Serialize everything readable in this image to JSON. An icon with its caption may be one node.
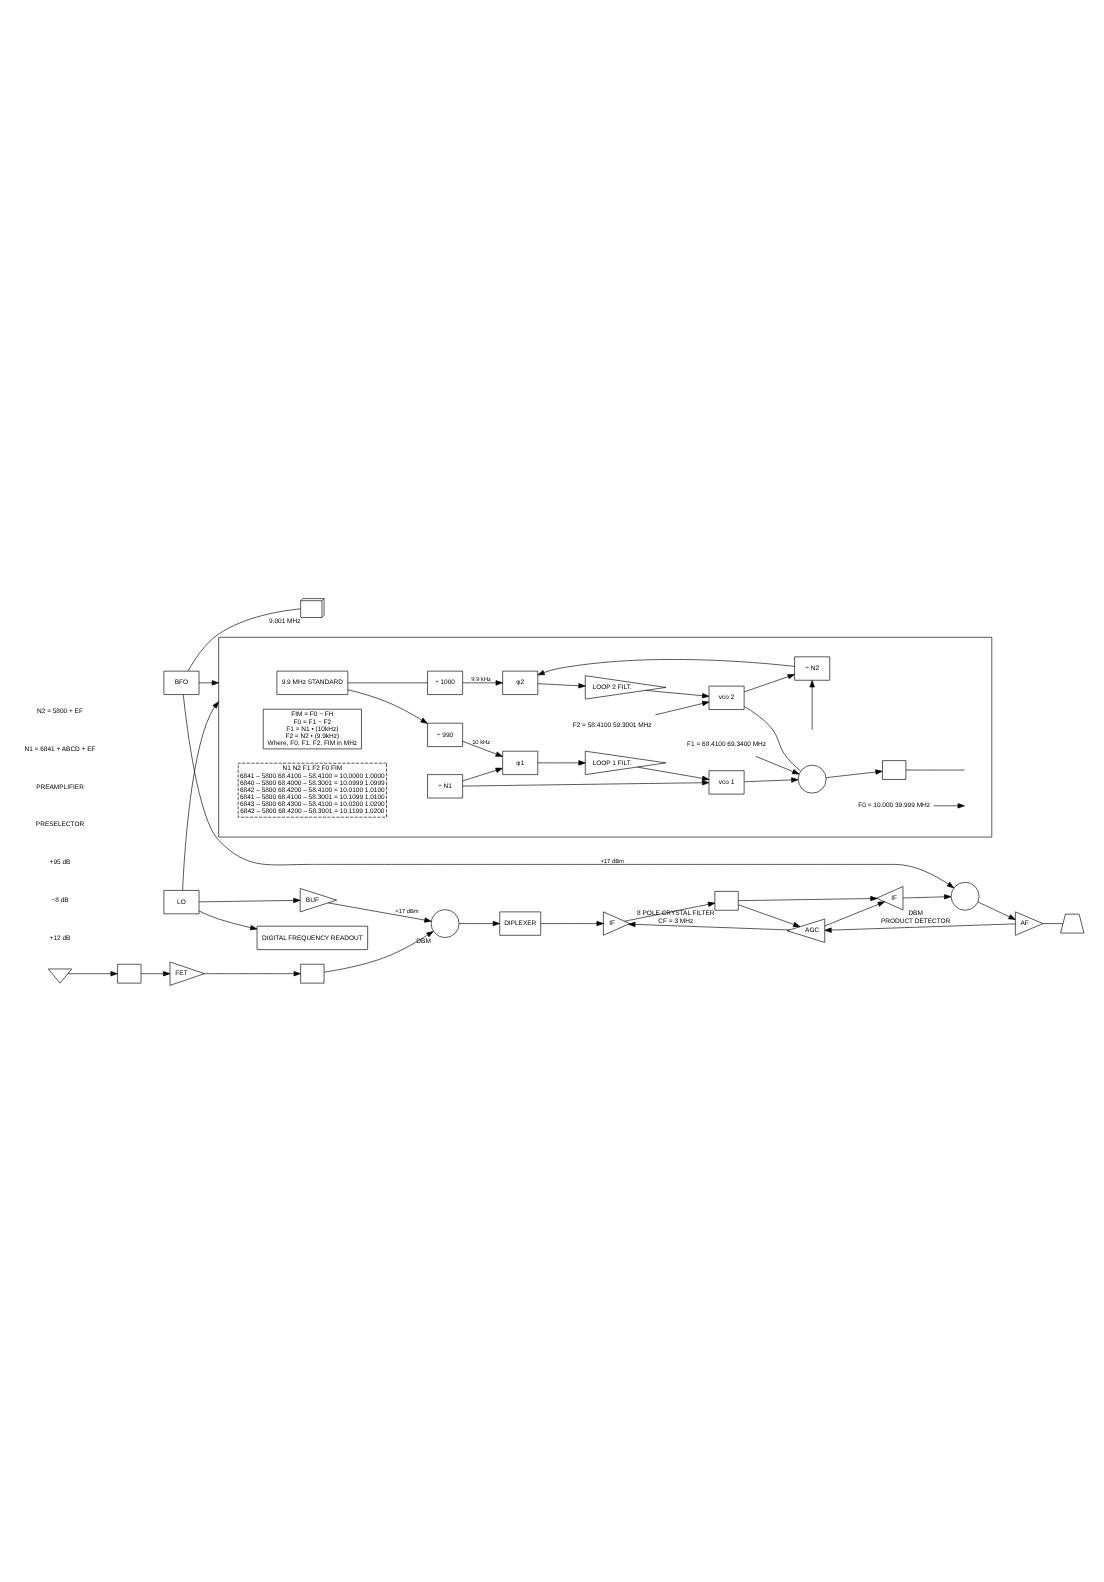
{
  "diagram": {
    "nodes": [
      {
        "text": [],
        "shape": "antenna"
      },
      {
        "text": [],
        "shape": "box"
      },
      {
        "text": [
          "FET"
        ]
      },
      {
        "text": [],
        "shape": "box"
      },
      {
        "text": [],
        "shape": "circle",
        "beside": [
          "DBM"
        ]
      },
      {
        "text": [
          "DIPLEXER"
        ]
      },
      {
        "text": [
          "IF"
        ]
      },
      {
        "text": [],
        "shape": "box",
        "beside": [
          "8 POLE CRYSTAL FILTER",
          "CF = 3 MHz"
        ]
      },
      {
        "text": [
          "LO"
        ]
      },
      {
        "text": [
          "BUF"
        ]
      },
      {
        "text": [
          "DIGITAL FREQUENCY READOUT"
        ]
      },
      {
        "text": [
          "AGC"
        ]
      },
      {
        "text": [
          "IF"
        ]
      },
      {
        "text": [],
        "shape": "circle",
        "beside": [
          "DBM",
          "PRODUCT DETECTOR"
        ]
      },
      {
        "text": [
          "AF"
        ]
      },
      {
        "text": [],
        "shape": "speaker"
      },
      {
        "text": [
          "BFO"
        ]
      },
      {
        "text": [],
        "shape": "crystal",
        "beside": [
          "9.001 MHz"
        ]
      },
      {
        "text": [],
        "shape": "box"
      },
      {
        "text": [
          "9.9 MHz STANDARD"
        ],
        "in": 18
      },
      {
        "text": [
          "÷ 990"
        ],
        "in": 18
      },
      {
        "text": [
          "φ1"
        ],
        "in": 18
      },
      {
        "text": [
          "LOOP 1 FILT."
        ],
        "in": 18
      },
      {
        "text": [
          "vco 1"
        ],
        "in": 18
      },
      {
        "text": [
          "÷ N1"
        ],
        "in": 18
      },
      {
        "text": [],
        "shape": "circle",
        "in": 18
      },
      {
        "text": [],
        "shape": "box",
        "in": 18
      },
      {
        "text": [
          "÷ 1000"
        ],
        "in": 18
      },
      {
        "text": [
          "φ2"
        ],
        "in": 18
      },
      {
        "text": [
          "LOOP 2 FILT."
        ],
        "in": 18
      },
      {
        "text": [
          "vco 2"
        ],
        "in": 18
      },
      {
        "text": [
          "÷ N2"
        ],
        "in": 18
      },
      {
        "text": [
          "F1 = 68.4100 69.3400 MHz"
        ],
        "in": 18
      },
      {
        "text": [
          "F2 = 58.4100 59.3001 MHz"
        ],
        "in": 18
      },
      {
        "text": [
          "F0 = 10.000 39.999 MHz"
        ],
        "in": 18
      },
      {
        "text": [
          "FIM = F0 − FH",
          "F0 = F1 − F2",
          "F1 = N1 • (10kHz)",
          "F2 = N2 • (9.9kHz)",
          "Where, F0, F1, F2, FIM in MHz"
        ],
        "in": 18
      },
      {
        "text": [
          "N1 N2 F1 F2 F0 FIM",
          "6841 – 5800 68.4100 – 58.4100 = 10.0000 1.0000",
          "6840 – 5800 68.4000 – 58.3001 = 10.0999 1.0999",
          "6842 – 5800 68.4200 – 58.4100 = 10.0100 1.0100",
          "6841 – 5800 68.4100 – 58.3001 = 10.1099 1.0100",
          "6843 – 5800 68.4300 – 58.4100 = 10.0200 1.0200",
          "6842 – 5800 68.4200 – 58.3001 = 10.1199 1.0200"
        ],
        "in": 18
      }
    ],
    "edges": [
      {
        "from": 0,
        "to": 1,
        "arrow": "to"
      },
      {
        "from": 1,
        "to": 2,
        "arrow": "to"
      },
      {
        "from": 2,
        "to": 3,
        "arrow": "to"
      },
      {
        "from": 3,
        "to": 4,
        "arrow": "to"
      },
      {
        "from": 4,
        "to": 5,
        "arrow": "to"
      },
      {
        "from": 5,
        "to": 6,
        "arrow": "to"
      },
      {
        "from": 6,
        "to": 7,
        "arrow": "to"
      },
      {
        "from": 8,
        "to": 9,
        "arrow": "to"
      },
      {
        "from": 8,
        "to": 10,
        "arrow": "to"
      },
      {
        "from": 9,
        "to": 4,
        "label": "+17 dBm",
        "arrow": "to"
      },
      {
        "from": 7,
        "to": 11,
        "arrow": "to"
      },
      {
        "from": 7,
        "to": 12,
        "arrow": "to"
      },
      {
        "from": 11,
        "to": 6,
        "arrow": "to"
      },
      {
        "from": 11,
        "to": 12,
        "arrow": "to"
      },
      {
        "from": 12,
        "to": 13,
        "arrow": "to"
      },
      {
        "from": 13,
        "to": 14,
        "arrow": "to"
      },
      {
        "from": 14,
        "to": 15,
        "arrow": "none"
      },
      {
        "from": 14,
        "to": 11,
        "arrow": "to"
      },
      {
        "from": 16,
        "to": 13,
        "label": "+17 dBm",
        "arrow": "to"
      },
      {
        "from": 16,
        "to": 17,
        "arrow": "none"
      },
      {
        "from": 8,
        "to": 18,
        "arrow": "to"
      },
      {
        "from": 16,
        "to": 18,
        "arrow": "to"
      },
      {
        "from": 19,
        "to": 20,
        "arrow": "to"
      },
      {
        "from": 20,
        "to": 21,
        "label": "10 kHz",
        "arrow": "to"
      },
      {
        "from": 21,
        "to": 22,
        "arrow": "to"
      },
      {
        "from": 22,
        "to": 23,
        "arrow": "to"
      },
      {
        "from": 23,
        "to": 25,
        "arrow": "to"
      },
      {
        "from": 25,
        "to": 26,
        "arrow": "to"
      },
      {
        "from": 26,
        "to": null,
        "arrow": "none"
      },
      {
        "from": 24,
        "to": 21,
        "arrow": "to"
      },
      {
        "from": 24,
        "to": 23,
        "arrow": "to"
      },
      {
        "from": 19,
        "to": 27,
        "arrow": "none"
      },
      {
        "from": 27,
        "to": 28,
        "label": "9.9 kHz",
        "arrow": "to"
      },
      {
        "from": 28,
        "to": 29,
        "arrow": "to"
      },
      {
        "from": 29,
        "to": 30,
        "arrow": "to"
      },
      {
        "from": 30,
        "to": 25,
        "arrow": "none"
      },
      {
        "from": 30,
        "to": 31,
        "arrow": "to"
      },
      {
        "from": 31,
        "to": 28,
        "arrow": "to"
      },
      {
        "from": null,
        "to": 31,
        "arrow": "to"
      },
      {
        "from": 32,
        "to": 25,
        "arrow": "to"
      },
      {
        "from": 33,
        "to": 30,
        "arrow": "to"
      },
      {
        "from": 34,
        "to": null,
        "arrow": "to"
      }
    ],
    "labels": [
      "+12 dB",
      "−8 dB",
      "+95 dB",
      "PRESELECTOR",
      "PREAMPLIFIER",
      "N1 = 6841 + ABCD + EF",
      "N2 = 5800 + EF"
    ]
  }
}
